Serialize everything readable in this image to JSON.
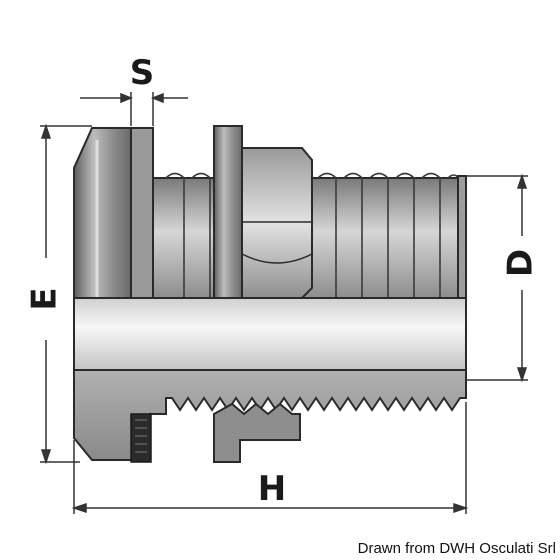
{
  "diagram": {
    "labels": {
      "s": "S",
      "e": "E",
      "d": "D",
      "h": "H"
    },
    "credit": "Drawn from DWH Osculati Srl",
    "colors": {
      "body_dark": "#7d7d7d",
      "body_mid": "#a9a9a9",
      "body_light": "#d8d8d8",
      "tube_light": "#ececec",
      "outline": "#2a2a2a",
      "dim_line": "#333333"
    }
  }
}
